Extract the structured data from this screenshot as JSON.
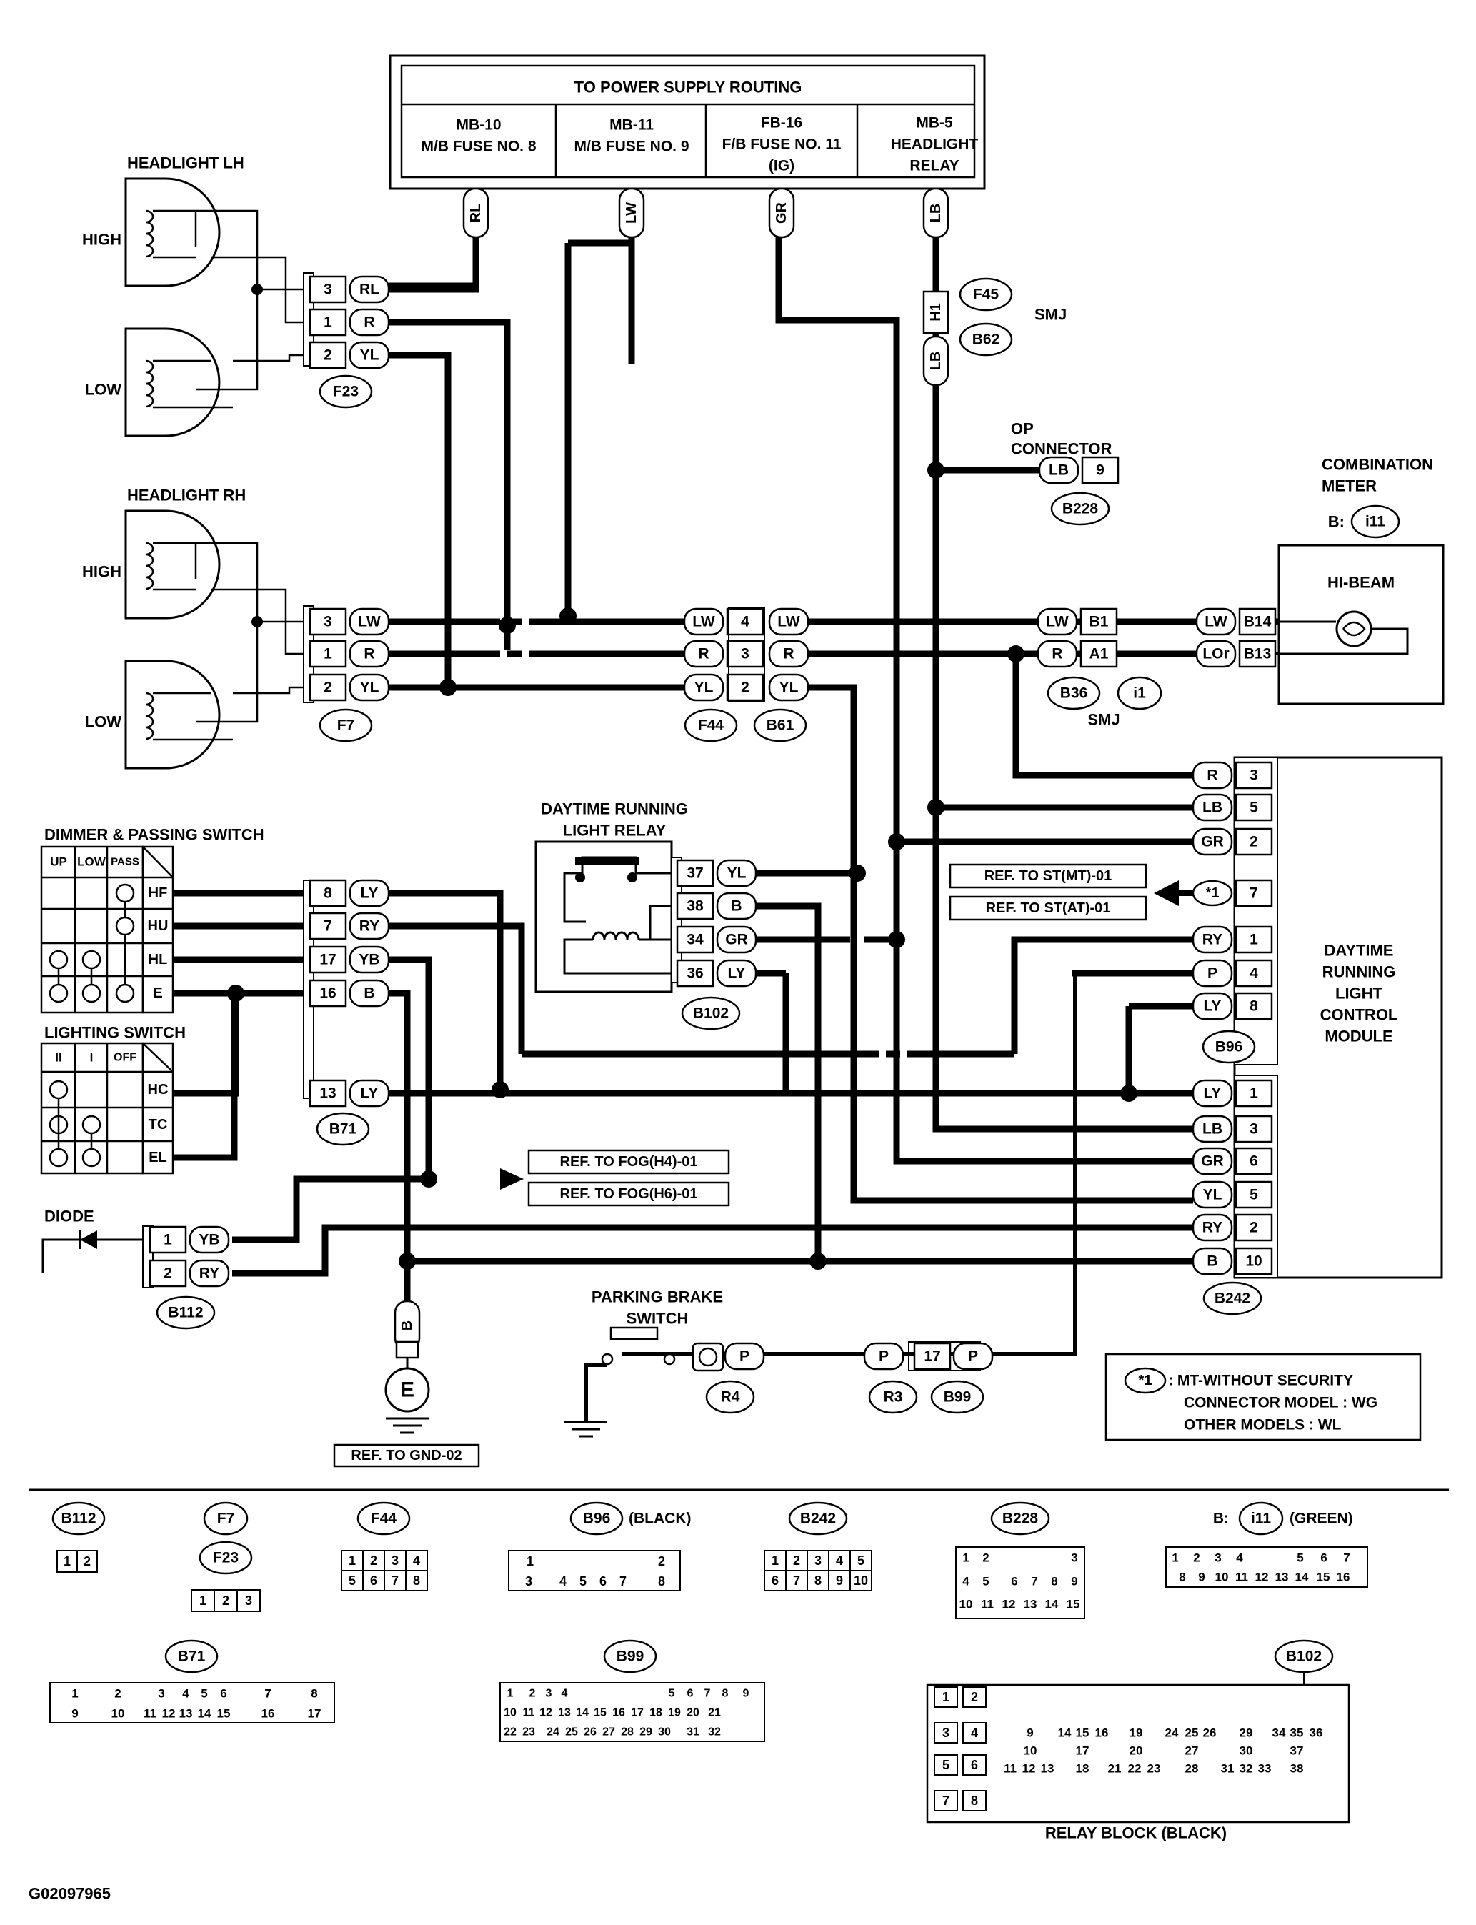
{
  "power_supply": {
    "title": "TO POWER SUPPLY ROUTING",
    "columns": [
      {
        "lines": [
          "MB-10",
          "M/B FUSE NO. 8"
        ]
      },
      {
        "lines": [
          "MB-11",
          "M/B FUSE NO. 9"
        ]
      },
      {
        "lines": [
          "FB-16",
          "F/B FUSE NO. 11",
          "(IG)"
        ]
      },
      {
        "lines": [
          "MB-5",
          "HEADLIGHT",
          "RELAY"
        ]
      }
    ],
    "wires": [
      "RL",
      "LW",
      "GR",
      "LB"
    ]
  },
  "headlight_lh": {
    "title": "HEADLIGHT LH",
    "high": "HIGH",
    "low": "LOW"
  },
  "headlight_rh": {
    "title": "HEADLIGHT RH",
    "high": "HIGH",
    "low": "LOW"
  },
  "connectors": {
    "F23": {
      "id": "F23",
      "pins": [
        {
          "n": "3",
          "w": "RL"
        },
        {
          "n": "1",
          "w": "R"
        },
        {
          "n": "2",
          "w": "YL"
        }
      ]
    },
    "F7": {
      "id": "F7",
      "pins": [
        {
          "n": "3",
          "w": "LW"
        },
        {
          "n": "1",
          "w": "R"
        },
        {
          "n": "2",
          "w": "YL"
        }
      ]
    },
    "F44": {
      "id": "F44",
      "pins": [
        {
          "w": "LW",
          "n": "4"
        },
        {
          "w": "R",
          "n": "3"
        },
        {
          "w": "YL",
          "n": "2"
        }
      ]
    },
    "B61": {
      "id": "B61",
      "wires": [
        "LW",
        "R",
        "YL"
      ]
    },
    "B36": {
      "id": "B36",
      "pins": [
        {
          "w": "LW",
          "n": "B1"
        },
        {
          "w": "R",
          "n": "A1"
        }
      ]
    },
    "i1": {
      "id": "i1",
      "smj": "SMJ"
    },
    "F45": {
      "id": "F45",
      "pin": "H1",
      "top": "LB",
      "bottom": "LB"
    },
    "B62": {
      "id": "B62",
      "smj": "SMJ"
    },
    "B228": {
      "id": "B228",
      "title_lines": [
        "OP",
        "CONNECTOR"
      ],
      "wire": "LB",
      "pin": "9"
    },
    "B102": {
      "id": "B102",
      "pins": [
        {
          "n": "37",
          "w": "YL"
        },
        {
          "n": "38",
          "w": "B"
        },
        {
          "n": "34",
          "w": "GR"
        },
        {
          "n": "36",
          "w": "LY"
        }
      ]
    },
    "B71": {
      "id": "B71",
      "pins": [
        {
          "n": "8",
          "w": "LY"
        },
        {
          "n": "7",
          "w": "RY"
        },
        {
          "n": "17",
          "w": "YB"
        },
        {
          "n": "16",
          "w": "B"
        },
        {
          "n": "13",
          "w": "LY"
        }
      ]
    },
    "B112": {
      "id": "B112",
      "pins": [
        {
          "n": "1",
          "w": "YB"
        },
        {
          "n": "2",
          "w": "RY"
        }
      ]
    },
    "B96": {
      "id": "B96",
      "pins": [
        {
          "w": "R",
          "n": "3"
        },
        {
          "w": "LB",
          "n": "5"
        },
        {
          "w": "GR",
          "n": "2"
        },
        {
          "w": "*1",
          "n": "7"
        },
        {
          "w": "RY",
          "n": "1"
        },
        {
          "w": "P",
          "n": "4"
        },
        {
          "w": "LY",
          "n": "8"
        }
      ]
    },
    "B242": {
      "id": "B242",
      "pins": [
        {
          "w": "LY",
          "n": "1"
        },
        {
          "w": "LB",
          "n": "3"
        },
        {
          "w": "GR",
          "n": "6"
        },
        {
          "w": "YL",
          "n": "5"
        },
        {
          "w": "RY",
          "n": "2"
        },
        {
          "w": "B",
          "n": "10"
        }
      ]
    },
    "R4": {
      "id": "R4",
      "wire": "P"
    },
    "R3": {
      "id": "R3",
      "wire": "P"
    },
    "B99": {
      "id": "B99",
      "pin": "17",
      "wire": "P"
    },
    "i11": {
      "id": "i11",
      "prefix": "B:",
      "pins": [
        {
          "w": "LW",
          "n": "B14"
        },
        {
          "w": "LOr",
          "n": "B13"
        }
      ]
    }
  },
  "combination_meter": {
    "title_lines": [
      "COMBINATION",
      "METER"
    ],
    "hi_beam": "HI-BEAM"
  },
  "drl_module": {
    "title_lines": [
      "DAYTIME",
      "RUNNING",
      "LIGHT",
      "CONTROL",
      "MODULE"
    ]
  },
  "drl_relay": {
    "title_lines": [
      "DAYTIME RUNNING",
      "LIGHT RELAY"
    ]
  },
  "dimmer_switch": {
    "title": "DIMMER & PASSING SWITCH",
    "headers": [
      "UP",
      "LOW",
      "PASS"
    ],
    "rows": [
      "HF",
      "HU",
      "HL",
      "E"
    ]
  },
  "lighting_switch": {
    "title": "LIGHTING SWITCH",
    "headers": [
      "II",
      "I",
      "OFF"
    ],
    "rows": [
      "HC",
      "TC",
      "EL"
    ]
  },
  "refs": {
    "st_mt": "REF. TO ST(MT)-01",
    "st_at": "REF. TO ST(AT)-01",
    "star": "*1",
    "fog_h4": "REF. TO FOG(H4)-01",
    "fog_h6": "REF. TO FOG(H6)-01",
    "gnd": "REF. TO GND-02"
  },
  "diode": {
    "title": "DIODE"
  },
  "ground": {
    "wire": "B",
    "symbol": "E"
  },
  "parking_brake": {
    "title_lines": [
      "PARKING BRAKE",
      "SWITCH"
    ]
  },
  "note": {
    "key": "*1",
    "lines": [
      ": MT-WITHOUT SECURITY",
      "CONNECTOR MODEL : WG",
      "OTHER MODELS : WL"
    ]
  },
  "connector_views": {
    "B112": {
      "id": "B112",
      "rows": [
        [
          "1",
          "2"
        ]
      ]
    },
    "F7": {
      "id": "F7"
    },
    "F23": {
      "id": "F23",
      "rows": [
        [
          "1",
          "2",
          "3"
        ]
      ]
    },
    "F44": {
      "id": "F44",
      "rows": [
        [
          "1",
          "2",
          "3",
          "4"
        ],
        [
          "5",
          "6",
          "7",
          "8"
        ]
      ]
    },
    "B96": {
      "id": "B96",
      "note": "(BLACK)",
      "rows": [
        [
          "1",
          "2"
        ],
        [
          "3",
          "4",
          "5",
          "6",
          "7",
          "8"
        ]
      ]
    },
    "B242": {
      "id": "B242",
      "rows": [
        [
          "1",
          "2",
          "3",
          "4",
          "5"
        ],
        [
          "6",
          "7",
          "8",
          "9",
          "10"
        ]
      ]
    },
    "B228": {
      "id": "B228",
      "rows": [
        [
          "1",
          "2",
          "3"
        ],
        [
          "4",
          "5",
          "6",
          "7",
          "8",
          "9"
        ],
        [
          "10",
          "11",
          "12",
          "13",
          "14",
          "15"
        ]
      ]
    },
    "i11": {
      "id": "i11",
      "prefix": "B:",
      "note": "(GREEN)",
      "rows": [
        [
          "1",
          "2",
          "3",
          "4",
          "5",
          "6",
          "7"
        ],
        [
          "8",
          "9",
          "10",
          "11",
          "12",
          "13",
          "14",
          "15",
          "16"
        ]
      ]
    },
    "B71": {
      "id": "B71",
      "rows": [
        [
          "1",
          "2",
          "3",
          "4",
          "5",
          "6",
          "7",
          "8"
        ],
        [
          "9",
          "10",
          "11",
          "12",
          "13",
          "14",
          "15",
          "16",
          "17"
        ]
      ]
    },
    "B99": {
      "id": "B99",
      "rows": [
        [
          "1",
          "2",
          "3",
          "4",
          "5",
          "6",
          "7",
          "8",
          "9"
        ],
        [
          "10",
          "11",
          "12",
          "13",
          "14",
          "15",
          "16",
          "17",
          "18",
          "19",
          "20",
          "21"
        ],
        [
          "22",
          "23",
          "24",
          "25",
          "26",
          "27",
          "28",
          "29",
          "30",
          "31",
          "32"
        ]
      ]
    },
    "B102": {
      "id": "B102",
      "caption": "RELAY BLOCK (BLACK)",
      "left": [
        [
          "1",
          "2"
        ],
        [
          "3",
          "4"
        ],
        [
          "5",
          "6"
        ],
        [
          "7",
          "8"
        ]
      ],
      "row1": [
        "9",
        "14",
        "15",
        "16",
        "19",
        "24",
        "25",
        "26",
        "29",
        "34",
        "35",
        "36"
      ],
      "row2": [
        "10",
        "17",
        "20",
        "27",
        "30",
        "37"
      ],
      "row3": [
        "11",
        "12",
        "13",
        "18",
        "21",
        "22",
        "23",
        "28",
        "31",
        "32",
        "33",
        "38"
      ]
    }
  },
  "figure_id": "G02097965"
}
